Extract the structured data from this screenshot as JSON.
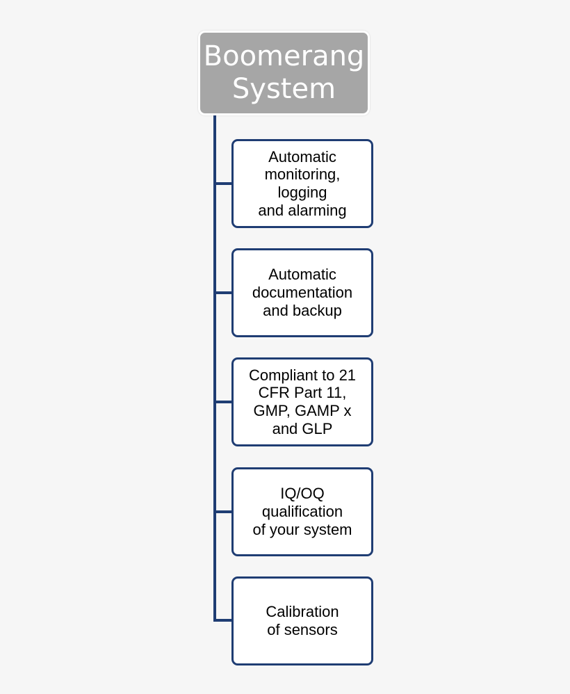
{
  "root": {
    "lines": [
      "Boomerang",
      "System"
    ]
  },
  "items": [
    {
      "lines": [
        "Automatic",
        "monitoring,",
        "logging",
        "and alarming"
      ]
    },
    {
      "lines": [
        "Automatic",
        "documentation",
        "and backup"
      ]
    },
    {
      "lines": [
        "Compliant to 21",
        "CFR Part 11,",
        "GMP, GAMP x",
        "and GLP"
      ]
    },
    {
      "lines": [
        "IQ/OQ",
        "qualification",
        "of your system"
      ]
    },
    {
      "lines": [
        "Calibration",
        "of sensors"
      ]
    }
  ],
  "colors": {
    "root_fill": "#a6a6a6",
    "root_text": "#ffffff",
    "connector": "#1f3d73",
    "item_border": "#1f3d73",
    "item_fill": "#ffffff",
    "background": "#f6f6f6"
  }
}
